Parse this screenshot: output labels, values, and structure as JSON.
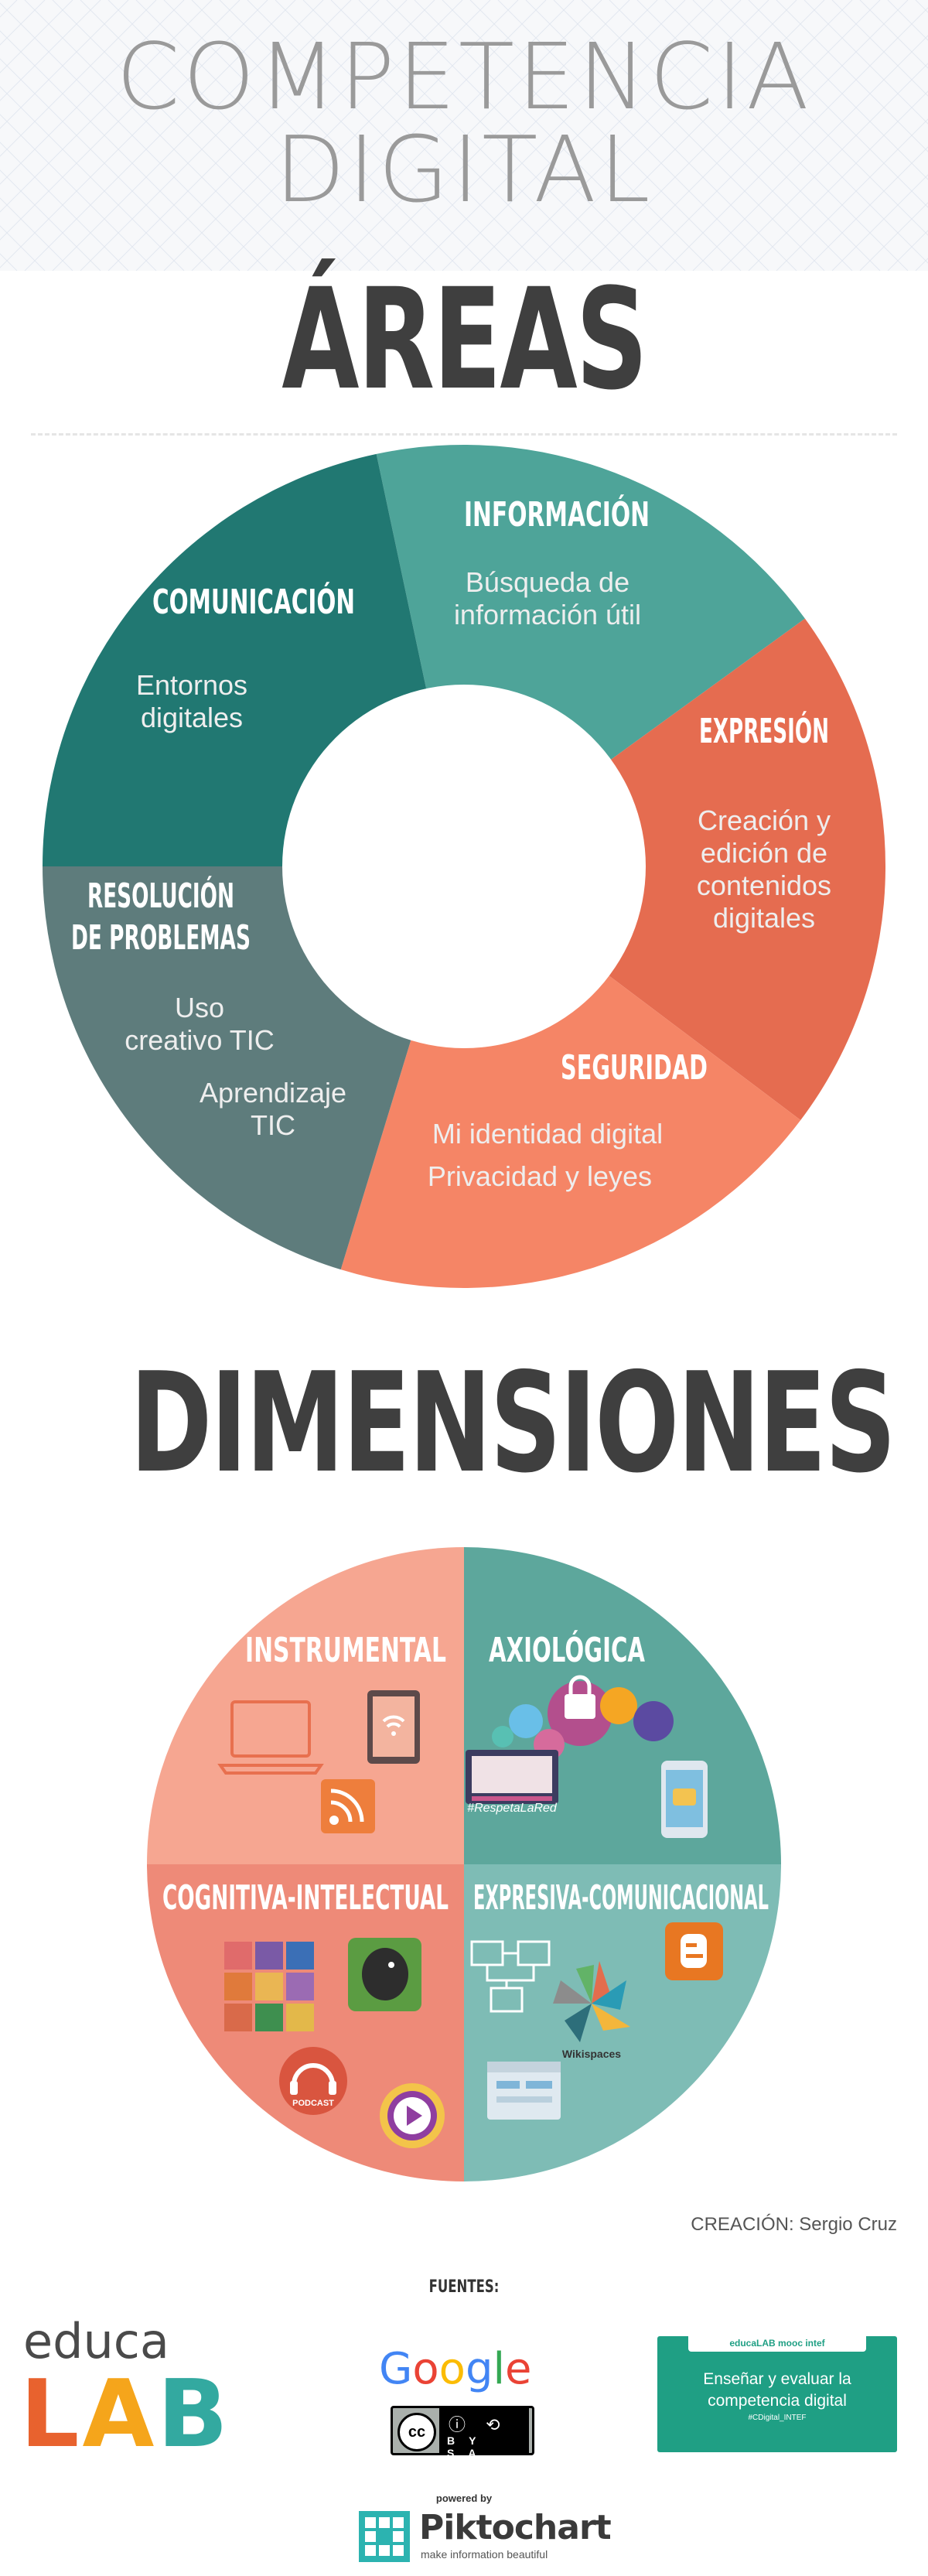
{
  "header": {
    "title_line1": "COMPETENCIA",
    "title_line2": "DIGITAL"
  },
  "areas": {
    "title": "ÁREAS",
    "segments": [
      {
        "title_lines": [
          "INFORMACIÓN"
        ],
        "body_lines": [
          "Búsqueda de",
          "información útil"
        ],
        "color": "#4ea499"
      },
      {
        "title_lines": [
          "EXPRESIÓN"
        ],
        "body_lines": [
          "Creación y",
          "edición de",
          "contenidos",
          "digitales"
        ],
        "color": "#e56c50"
      },
      {
        "title_lines": [
          "SEGURIDAD"
        ],
        "body_lines": [
          "Mi identidad digital",
          "Privacidad y leyes"
        ],
        "color": "#f58566"
      },
      {
        "title_lines": [
          "RESOLUCIÓN",
          "DE PROBLEMAS"
        ],
        "body_lines": [
          "Uso",
          "creativo TIC",
          "Aprendizaje",
          "TIC"
        ],
        "color": "#5e7c7c"
      },
      {
        "title_lines": [
          "COMUNICACIÓN"
        ],
        "body_lines": [
          "Entornos",
          "digitales"
        ],
        "color": "#217872"
      }
    ]
  },
  "dimensiones": {
    "title": "DIMENSIONES",
    "quadrants": [
      {
        "title": "INSTRUMENTAL",
        "color": "#f6a691",
        "icons": [
          "laptop-icon",
          "tablet-wifi-icon",
          "rss-icon"
        ]
      },
      {
        "title": "AXIOLÓGICA",
        "color": "#5da79c",
        "icons": [
          "social-network-icon",
          "smartphone-icon"
        ],
        "logo_text": "#RespetaLaRed"
      },
      {
        "title": "COGNITIVA-INTELECTUAL",
        "color": "#ee8a78",
        "icons": [
          "office-apps-icon",
          "evernote-icon",
          "podcast-icon",
          "video-player-icon"
        ],
        "icon_text": "PODCAST"
      },
      {
        "title": "EXPRESIVA-COMUNICACIONAL",
        "color": "#7ebcb5",
        "icons": [
          "network-computers-icon",
          "wikispaces-icon",
          "blogger-icon",
          "web-browser-icon"
        ],
        "icon_text": "Wikispaces"
      }
    ]
  },
  "footer": {
    "credit": "CREACIÓN: Sergio Cruz",
    "sources_label": "FUENTES:",
    "educalab": {
      "line1": "educa",
      "line2": "LAB"
    },
    "google": "Google",
    "license": {
      "cc": "cc",
      "text": "BY SA"
    },
    "thumbnail": {
      "header": "educaLAB  mooc intef",
      "line1": "Enseñar y evaluar la",
      "line2": "competencia digital",
      "tag": "#CDigital_INTEF"
    },
    "powered_by": "powered by",
    "piktochart": {
      "name": "Piktochart",
      "tagline": "make information beautiful"
    }
  },
  "colors": {
    "title_gray": "#9a9a9a",
    "heading_dark": "#3f3f3f"
  }
}
